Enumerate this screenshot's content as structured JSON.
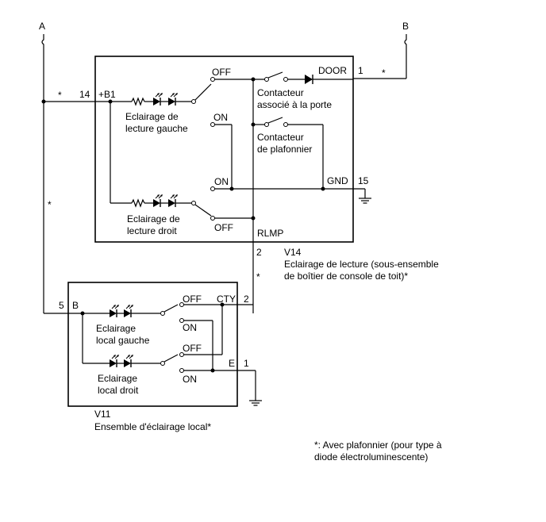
{
  "terminals": {
    "a": "A",
    "b": "B"
  },
  "v14": {
    "code": "V14",
    "name_line1": "Eclairage de lecture (sous-ensemble",
    "name_line2": "de boîtier de console de toit)*",
    "pins": {
      "b1_num": "14",
      "b1_name": "+B1",
      "door_name": "DOOR",
      "door_num": "1",
      "gnd_name": "GND",
      "gnd_num": "15",
      "rlmp_name": "RLMP",
      "rlmp_num": "2"
    },
    "switch_labels": {
      "off_top": "OFF",
      "on_upper": "ON",
      "on_lower": "ON",
      "off_bottom": "OFF"
    },
    "lamp_left_line1": "Eclairage de",
    "lamp_left_line2": "lecture gauche",
    "lamp_right_line1": "Eclairage de",
    "lamp_right_line2": "lecture droit",
    "door_switch_line1": "Contacteur",
    "door_switch_line2": "associé à la porte",
    "dome_switch_line1": "Contacteur",
    "dome_switch_line2": "de plafonnier"
  },
  "v11": {
    "code": "V11",
    "name": "Ensemble d'éclairage local*",
    "pins": {
      "b_num": "5",
      "b_name": "B",
      "cty_name": "CTY",
      "cty_num": "2",
      "e_name": "E",
      "e_num": "1"
    },
    "switch_labels": {
      "off_1": "OFF",
      "on_1": "ON",
      "off_2": "OFF",
      "on_2": "ON"
    },
    "lamp_left_line1": "Eclairage",
    "lamp_left_line2": "local gauche",
    "lamp_right_line1": "Eclairage",
    "lamp_right_line2": "local droit"
  },
  "wire_marks": {
    "star_1": "*",
    "star_2": "*",
    "star_3": "*",
    "star_4": "*"
  },
  "footnote": {
    "line1": "*: Avec plafonnier (pour type à",
    "line2": "diode électroluminescente)"
  }
}
